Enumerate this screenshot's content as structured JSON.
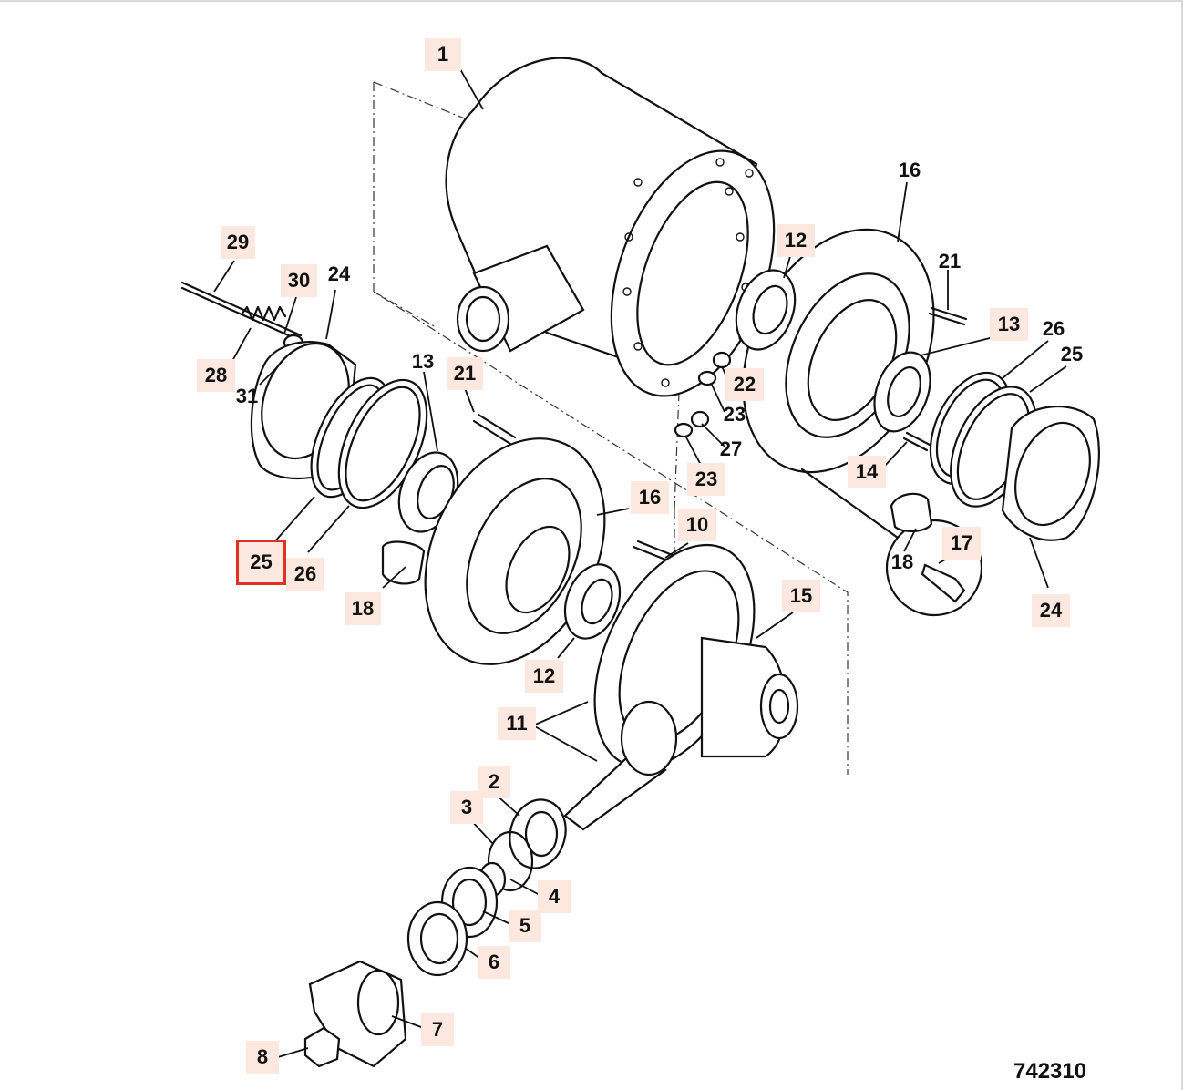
{
  "diagram": {
    "drawing_number": "742310",
    "selected_callout": "25",
    "callouts": [
      {
        "id": "c1",
        "label": "1",
        "highlighted": true
      },
      {
        "id": "c29",
        "label": "29",
        "highlighted": true
      },
      {
        "id": "c30",
        "label": "30",
        "highlighted": true
      },
      {
        "id": "c24a",
        "label": "24",
        "highlighted": false
      },
      {
        "id": "c28",
        "label": "28",
        "highlighted": true
      },
      {
        "id": "c31",
        "label": "31",
        "highlighted": false
      },
      {
        "id": "c25a",
        "label": "25",
        "highlighted": true,
        "selected": true
      },
      {
        "id": "c26a",
        "label": "26",
        "highlighted": true
      },
      {
        "id": "c13a",
        "label": "13",
        "highlighted": false
      },
      {
        "id": "c21a",
        "label": "21",
        "highlighted": true
      },
      {
        "id": "c18a",
        "label": "18",
        "highlighted": true
      },
      {
        "id": "c16a",
        "label": "16",
        "highlighted": true
      },
      {
        "id": "c10",
        "label": "10",
        "highlighted": true
      },
      {
        "id": "c12a",
        "label": "12",
        "highlighted": true
      },
      {
        "id": "c11",
        "label": "11",
        "highlighted": true
      },
      {
        "id": "c15",
        "label": "15",
        "highlighted": true
      },
      {
        "id": "c12b",
        "label": "12",
        "highlighted": true
      },
      {
        "id": "c16b",
        "label": "16",
        "highlighted": false
      },
      {
        "id": "c21b",
        "label": "21",
        "highlighted": false
      },
      {
        "id": "c13b",
        "label": "13",
        "highlighted": true
      },
      {
        "id": "c26b",
        "label": "26",
        "highlighted": false
      },
      {
        "id": "c25b",
        "label": "25",
        "highlighted": false
      },
      {
        "id": "c22",
        "label": "22",
        "highlighted": true
      },
      {
        "id": "c23a",
        "label": "23",
        "highlighted": false
      },
      {
        "id": "c27",
        "label": "27",
        "highlighted": false
      },
      {
        "id": "c23b",
        "label": "23",
        "highlighted": true
      },
      {
        "id": "c14",
        "label": "14",
        "highlighted": true
      },
      {
        "id": "c17",
        "label": "17",
        "highlighted": true
      },
      {
        "id": "c18b",
        "label": "18",
        "highlighted": false
      },
      {
        "id": "c24b",
        "label": "24",
        "highlighted": true
      },
      {
        "id": "c2",
        "label": "2",
        "highlighted": true
      },
      {
        "id": "c3",
        "label": "3",
        "highlighted": true
      },
      {
        "id": "c4",
        "label": "4",
        "highlighted": true
      },
      {
        "id": "c5",
        "label": "5",
        "highlighted": true
      },
      {
        "id": "c6",
        "label": "6",
        "highlighted": true
      },
      {
        "id": "c7",
        "label": "7",
        "highlighted": true
      },
      {
        "id": "c8",
        "label": "8",
        "highlighted": true
      }
    ]
  }
}
